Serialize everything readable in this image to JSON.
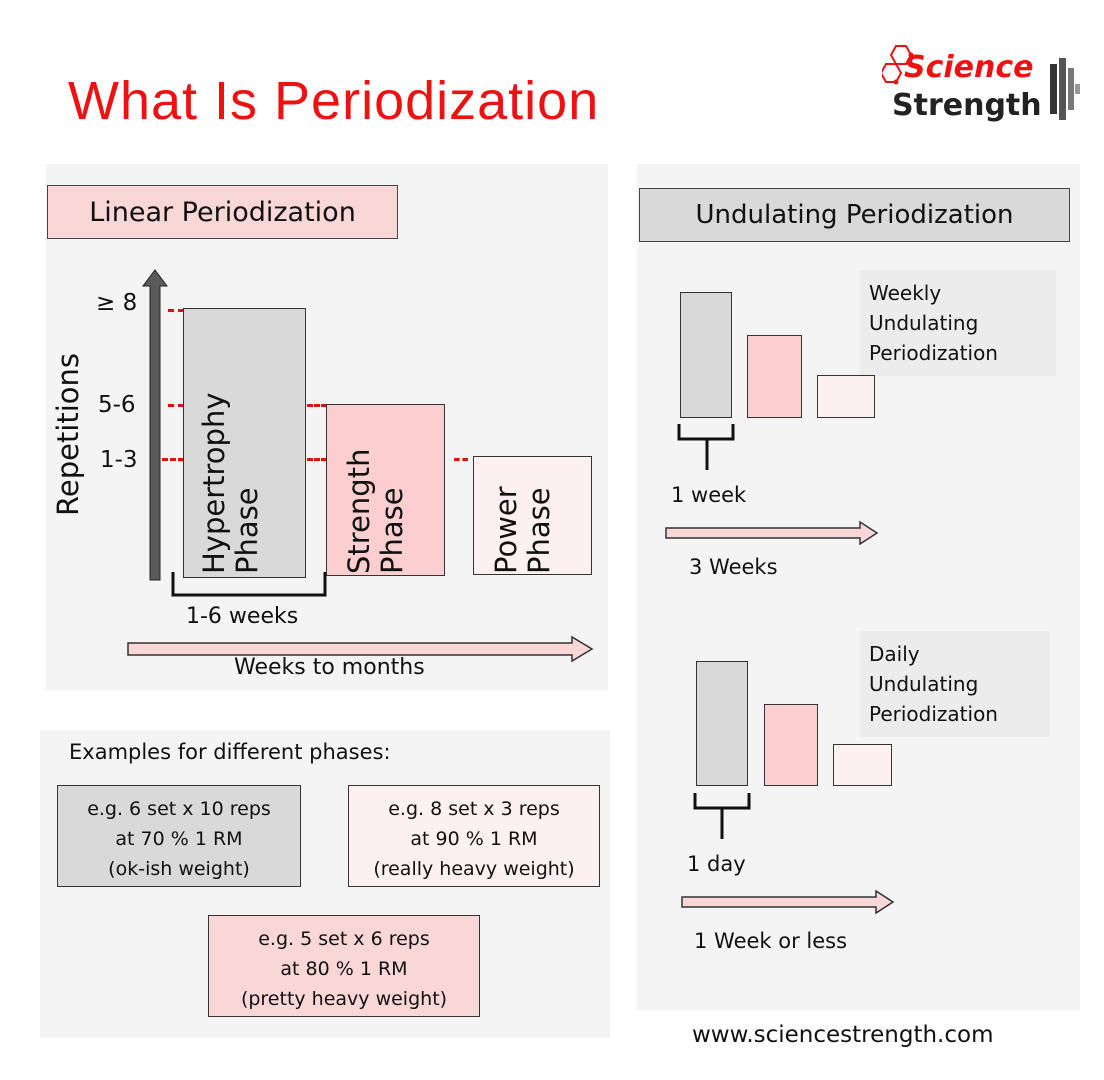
{
  "title": "What Is Periodization",
  "logo": {
    "line1": "Science",
    "line2": "Strength",
    "accent": "#ee1111"
  },
  "linear": {
    "heading": "Linear Periodization",
    "axis_label": "Repetitions",
    "rep_ticks": [
      "≥ 8",
      "5-6",
      "1-3"
    ],
    "phases": [
      {
        "line1": "Hypertrophy",
        "line2": "Phase",
        "color": "#d9d9d9"
      },
      {
        "line1": "Strength",
        "line2": "Phase",
        "color": "#fbcfcf"
      },
      {
        "line1": "Power",
        "line2": "Phase",
        "color": "#fdf0f0"
      }
    ],
    "bracket_label": "1-6 weeks",
    "timeline_label": "Weeks to months"
  },
  "examples": {
    "heading": "Examples for different phases:",
    "items": [
      {
        "l1": "e.g. 6 set x 10 reps",
        "l2": "at 70 % 1 RM",
        "l3": "(ok-ish weight)"
      },
      {
        "l1": "e.g. 8 set x 3 reps",
        "l2": "at 90 % 1 RM",
        "l3": "(really heavy weight)"
      },
      {
        "l1": "e.g. 5 set x 6 reps",
        "l2": "at 80 % 1 RM",
        "l3": "(pretty heavy weight)"
      }
    ]
  },
  "undulating": {
    "heading": "Undulating Periodization",
    "weekly": {
      "l1": "Weekly",
      "l2": "Undulating",
      "l3": "Periodization",
      "bracket_label": "1 week",
      "timeline_label": "3 Weeks"
    },
    "daily": {
      "l1": "Daily",
      "l2": "Undulating",
      "l3": "Periodization",
      "bracket_label": "1 day",
      "timeline_label": "1 Week or less"
    }
  },
  "footer": {
    "url": "www.sciencestrength.com"
  }
}
